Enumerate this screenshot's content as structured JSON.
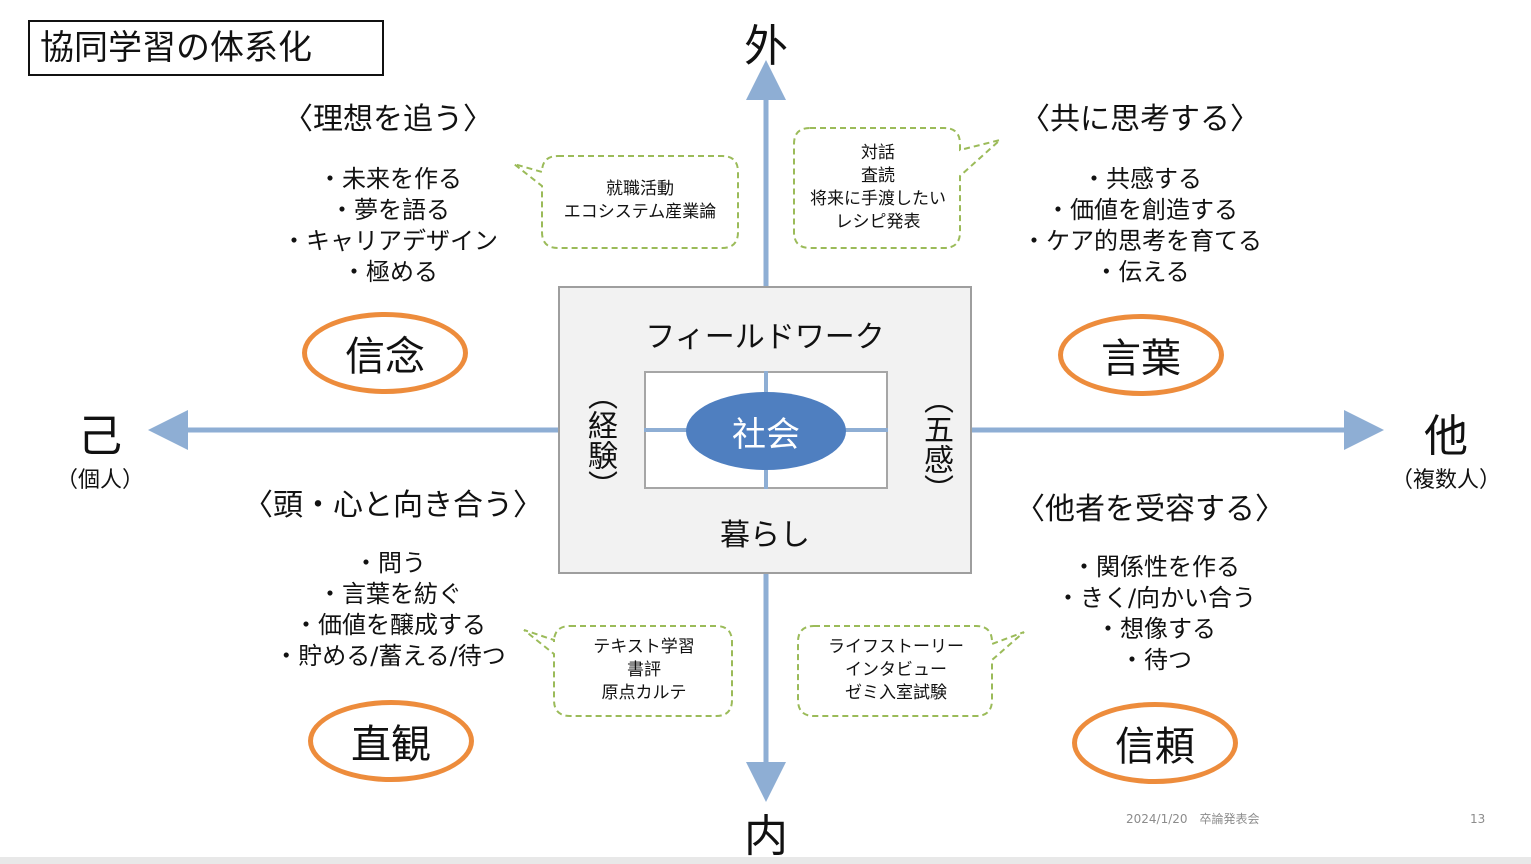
{
  "title": "協同学習の体系化",
  "axes": {
    "top": "外",
    "bottom": "内",
    "left": "己",
    "left_sub": "（個人）",
    "right": "他",
    "right_sub": "（複数人）"
  },
  "center": {
    "top": "フィールドワーク",
    "bottom": "暮らし",
    "left": "（経験）",
    "right": "（五感）",
    "core": "社会"
  },
  "quadrants": {
    "top_left": {
      "heading": "〈理想を追う〉",
      "items": [
        "・未来を作る",
        "・夢を語る",
        "・キャリアデザイン",
        "・極める"
      ],
      "keyword": "信念",
      "bubble": [
        "就職活動",
        "エコシステム産業論"
      ]
    },
    "top_right": {
      "heading": "〈共に思考する〉",
      "items": [
        "・共感する",
        "・価値を創造する",
        "・ケア的思考を育てる",
        "・伝える"
      ],
      "keyword": "言葉",
      "bubble": [
        "対話",
        "査読",
        "将来に手渡したい",
        "レシピ発表"
      ]
    },
    "bottom_left": {
      "heading": "〈頭・心と向き合う〉",
      "items": [
        "・問う",
        "・言葉を紡ぐ",
        "・価値を醸成する",
        "・貯める/蓄える/待つ"
      ],
      "keyword": "直観",
      "bubble": [
        "テキスト学習",
        "書評",
        "原点カルテ"
      ]
    },
    "bottom_right": {
      "heading": "〈他者を受容する〉",
      "items": [
        "・関係性を作る",
        "・きく/向かい合う",
        "・想像する",
        "・待つ"
      ],
      "keyword": "信頼",
      "bubble": [
        "ライフストーリー",
        "インタビュー",
        "ゼミ入室試験"
      ]
    }
  },
  "footer": {
    "date_event": "2024/1/20　卒論発表会",
    "page": "13"
  },
  "colors": {
    "axis": "#8eaed4",
    "core": "#4f7fc0",
    "oval_border": "#ed8c3c",
    "bubble_border": "#9bbb59"
  }
}
